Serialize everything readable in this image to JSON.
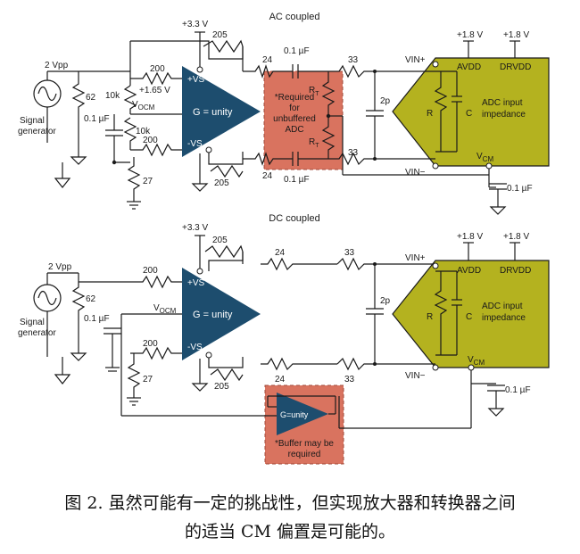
{
  "colors": {
    "amp": "#1d4d6e",
    "note_box": "#d9735f",
    "adc": "#b4b21f",
    "text": "#1a1a1a"
  },
  "ac": {
    "title": "AC coupled",
    "supply": "+3.3 V",
    "r_fb_top": "205",
    "r_fb_bot": "205",
    "r_in_top": "200",
    "r_in_bot": "200",
    "r_div_top": "10k",
    "r_div_bot": "10k",
    "vmid": "+1.65 V",
    "vocm_main": "V",
    "vocm_sub": "OCM",
    "source_v": "2 Vpp",
    "source_label_1": "Signal",
    "source_label_2": "generator",
    "r_term": "62",
    "c_dec": "0.1 µF",
    "r_bias": "27",
    "amp_vs_pos": "+VS",
    "amp_vs_neg": "-VS",
    "amp_gain": "G = unity",
    "r_out_top": "24",
    "r_out_bot": "24",
    "cap_top": "0.1 µF",
    "cap_bot": "0.1 µF",
    "note": [
      "*Required",
      "for",
      "unbuffered",
      "ADC"
    ],
    "rt_main": "R",
    "rt_sub": "T",
    "r_flt_top": "33",
    "r_flt_bot": "33",
    "cap_diff": "2p",
    "vin_pos": "VIN+",
    "vin_neg": "VIN−",
    "avdd_supply": "+1.8 V",
    "drvdd_supply": "+1.8 V",
    "avdd": "AVDD",
    "drvdd": "DRVDD",
    "adc_label_1": "ADC input",
    "adc_label_2": "impedance",
    "r_adc": "R",
    "c_adc": "C",
    "vcm_main": "V",
    "vcm_sub": "CM",
    "vcm_cap": "0.1 µF"
  },
  "dc": {
    "title": "DC coupled",
    "supply": "+3.3 V",
    "r_fb_top": "205",
    "r_fb_bot": "205",
    "r_in_top": "200",
    "r_in_bot": "200",
    "vocm_main": "V",
    "vocm_sub": "OCM",
    "source_v": "2 Vpp",
    "source_label_1": "Signal",
    "source_label_2": "generator",
    "r_term": "62",
    "c_dec": "0.1 µF",
    "r_bias": "27",
    "amp_vs_pos": "+VS",
    "amp_vs_neg": "-VS",
    "amp_gain": "G = unity",
    "r_out_top": "24",
    "r_out_bot": "24",
    "r_flt_top": "33",
    "r_flt_bot": "33",
    "cap_diff": "2p",
    "vin_pos": "VIN+",
    "vin_neg": "VIN−",
    "avdd_supply": "+1.8 V",
    "drvdd_supply": "+1.8 V",
    "avdd": "AVDD",
    "drvdd": "DRVDD",
    "adc_label_1": "ADC input",
    "adc_label_2": "impedance",
    "r_adc": "R",
    "c_adc": "C",
    "vcm_main": "V",
    "vcm_sub": "CM",
    "vcm_cap": "0.1 µF",
    "buffer_gain": "G=unity",
    "buffer_note": [
      "*Buffer may be",
      "required"
    ]
  },
  "caption": {
    "line1": "图 2. 虽然可能有一定的挑战性，但实现放大器和转换器之间",
    "line2": "的适当 CM 偏置是可能的。"
  }
}
